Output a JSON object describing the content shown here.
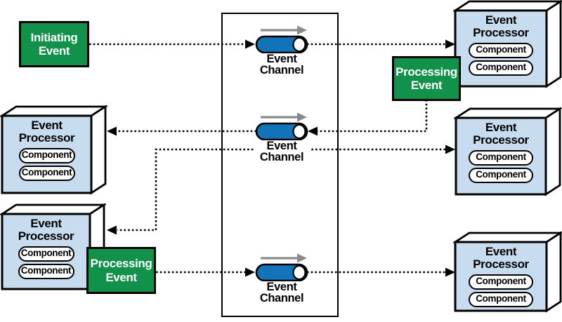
{
  "colors": {
    "event_green": "#12914a",
    "channel_blue": "#1273b9",
    "processor_face_blue": "#c8dcef",
    "flow_arrow_gray": "#8a8a8a",
    "line_black": "#000000"
  },
  "events": {
    "initiating": {
      "label": "Initiating Event"
    },
    "processing_top": {
      "label": "Processing Event"
    },
    "processing_bottom": {
      "label": "Processing Event"
    }
  },
  "channels": [
    {
      "label": "Event Channel"
    },
    {
      "label": "Event Channel"
    },
    {
      "label": "Event Channel"
    }
  ],
  "processors": [
    {
      "id": "right-top",
      "title": "Event Processor",
      "components": [
        "Component",
        "Component"
      ]
    },
    {
      "id": "right-middle",
      "title": "Event Processor",
      "components": [
        "Component",
        "Component"
      ]
    },
    {
      "id": "right-bottom",
      "title": "Event Processor",
      "components": [
        "Component",
        "Component"
      ]
    },
    {
      "id": "left-top",
      "title": "Event Processor",
      "components": [
        "Component",
        "Component"
      ]
    },
    {
      "id": "left-bottom",
      "title": "Event Processor",
      "components": [
        "Component",
        "Component"
      ]
    }
  ],
  "flows": [
    {
      "from": "Initiating Event",
      "to": "Event Channel (top)"
    },
    {
      "from": "Event Channel (top)",
      "to": "Event Processor (right-top)"
    },
    {
      "from": "Processing Event (top)",
      "to": "Event Channel (middle)"
    },
    {
      "from": "Event Channel (middle)",
      "to": "Event Processor (left-top)"
    },
    {
      "from": "Event Channel (middle)",
      "to": "Event Processor (right-middle)"
    },
    {
      "from": "Event Channel (middle)",
      "to": "Event Processor (left-bottom)"
    },
    {
      "from": "Processing Event (bottom)",
      "to": "Event Channel (bottom)"
    },
    {
      "from": "Event Channel (bottom)",
      "to": "Event Processor (right-bottom)"
    }
  ]
}
